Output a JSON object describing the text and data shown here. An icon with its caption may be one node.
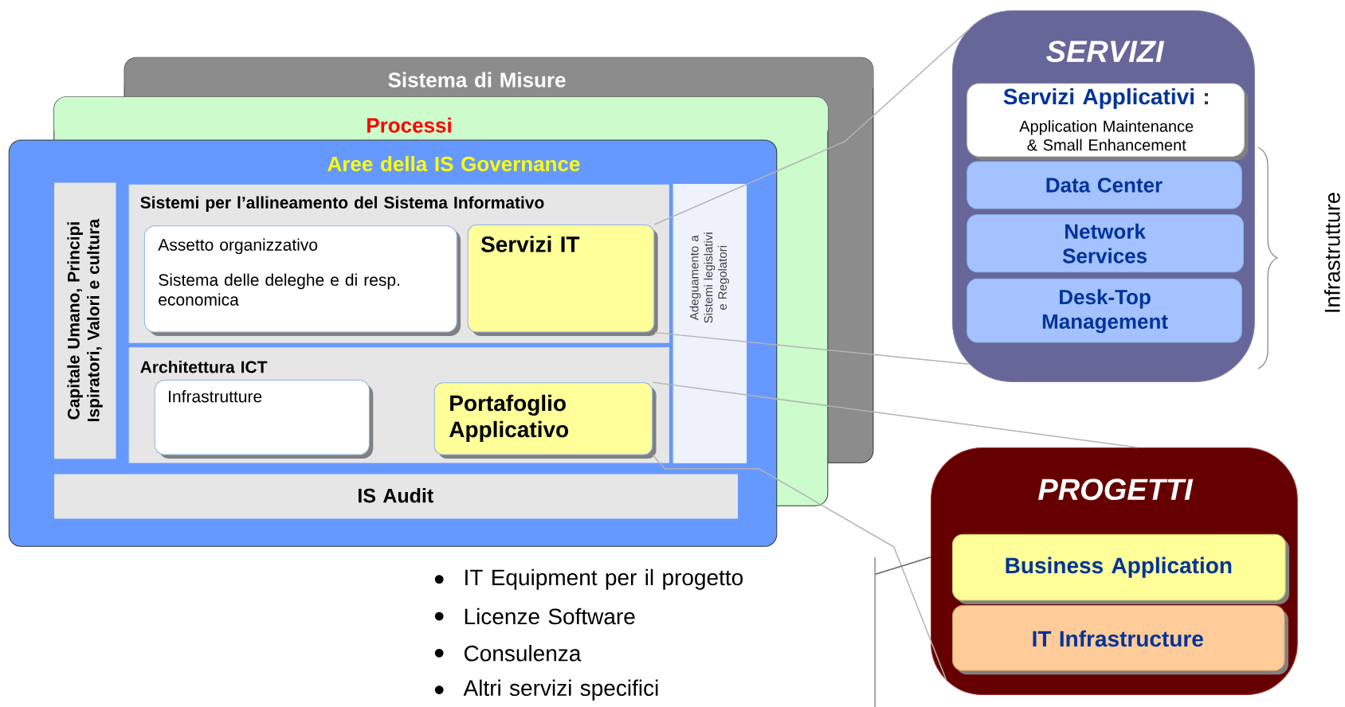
{
  "diagram": {
    "nodes": [
      {
        "text": [
          "Sistema di Misure"
        ]
      },
      {
        "text": [
          "Processi"
        ]
      },
      {
        "text": [
          "Aree della IS Governance"
        ]
      },
      {
        "text": [
          "Capitale Umano, Principi Ispiratori, Valori e cultura"
        ],
        "in": 2
      },
      {
        "text": [
          "Sistemi per l’allineamento del Sistema Informativo"
        ],
        "in": 2
      },
      {
        "text": [
          "Assetto organizzativo",
          "Sistema delle deleghe e di resp.  economica"
        ],
        "in": 4
      },
      {
        "text": [
          "Servizi IT"
        ],
        "in": 4
      },
      {
        "text": [
          "Architettura ICT"
        ],
        "in": 2
      },
      {
        "text": [
          "Infrastrutture"
        ],
        "in": 7
      },
      {
        "text": [
          "Portafoglio Applicativo"
        ],
        "in": 7
      },
      {
        "text": [
          "Adeguamento a Sistemi legislativi e Regolatori"
        ],
        "in": 2
      },
      {
        "text": [
          "IS Audit"
        ],
        "in": 2
      },
      {
        "text": [
          "SERVIZI"
        ]
      },
      {
        "text": [
          "Servizi Applicativi :",
          "Application  Maintenance & Small Enhancement"
        ],
        "in": 12
      },
      {
        "text": [
          "Data Center"
        ],
        "in": 12
      },
      {
        "text": [
          "Network Services"
        ],
        "in": 12
      },
      {
        "text": [
          "Desk-Top Management"
        ],
        "in": 12
      },
      {
        "text": [
          "PROGETTI"
        ]
      },
      {
        "text": [
          "Business Application"
        ],
        "in": 17
      },
      {
        "text": [
          "IT Infrastructure"
        ],
        "in": 17
      },
      {
        "text": [
          "IT Equipment per il progetto",
          "Licenze Software",
          "Consulenza",
          "Altri servizi specifici"
        ]
      }
    ],
    "edges": [
      {
        "from": 6,
        "to": 12,
        "arrow": "none"
      },
      {
        "from": 6,
        "to": 12,
        "arrow": "none"
      },
      {
        "from": 9,
        "to": 17,
        "arrow": "none"
      },
      {
        "from": 9,
        "to": 17,
        "arrow": "none"
      },
      {
        "from": 20,
        "to": 17,
        "arrow": "none",
        "color": "#666666"
      }
    ],
    "labels": [
      "Infrastrutture"
    ]
  }
}
